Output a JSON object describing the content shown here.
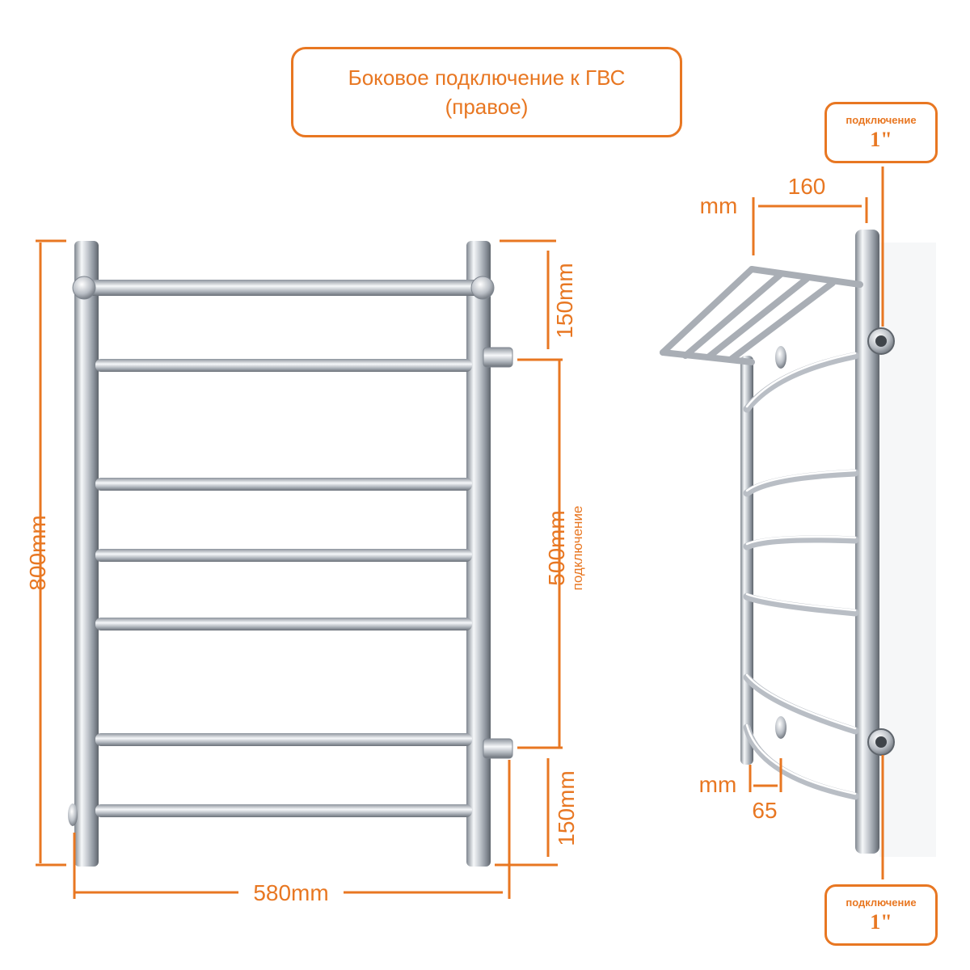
{
  "title": {
    "line1": "Боковое подключение к ГВС",
    "line2": "(правое)"
  },
  "front_view": {
    "height_label": "800mm",
    "width_label": "580mm",
    "top_offset_label": "150mm",
    "bottom_offset_label": "150mm",
    "connection_distance_label": "500mm",
    "connection_word": "подключение"
  },
  "side_view": {
    "depth_value": "160",
    "depth_unit": "mm",
    "wall_gap_value": "65",
    "wall_gap_unit": "mm",
    "top_connection": {
      "label": "подключение",
      "size": "1\""
    },
    "bottom_connection": {
      "label": "подключение",
      "size": "1\""
    }
  },
  "colors": {
    "accent": "#e87722",
    "steel_dark": "#8c939c",
    "steel_light": "#f4f6f8"
  }
}
